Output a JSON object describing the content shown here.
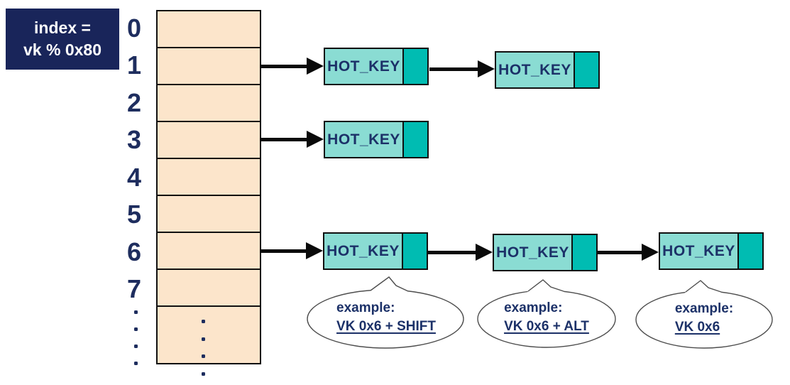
{
  "title_box": {
    "line1": "index =",
    "line2": "vk % 0x80"
  },
  "array": {
    "indices": [
      "0",
      "1",
      "2",
      "3",
      "4",
      "5",
      "6",
      "7"
    ],
    "ellipsis": "vertical dots indicating more buckets"
  },
  "nodes": {
    "label": "HOT_KEY"
  },
  "lists": [
    {
      "bucket": "1",
      "node_count": 2
    },
    {
      "bucket": "3",
      "node_count": 1
    },
    {
      "bucket": "6",
      "node_count": 3
    }
  ],
  "bubbles": [
    {
      "prefix": "example:",
      "value": "VK 0x6 + SHIFT"
    },
    {
      "prefix": "example:",
      "value": "VK 0x6 + ALT"
    },
    {
      "prefix": "example:",
      "value": "VK 0x6"
    }
  ],
  "colors": {
    "formula_box_bg": "#19255a",
    "formula_text": "#ffffff",
    "array_cell_fill": "#fce5cb",
    "node_fill": "#8adcd3",
    "node_next_fill": "#00bcb2",
    "outline": "#101010",
    "text_navy": "#1c3168",
    "index_text": "#1e2d5e",
    "arrow": "#0a0a0a",
    "bubble_stroke": "#4d4d4d"
  }
}
